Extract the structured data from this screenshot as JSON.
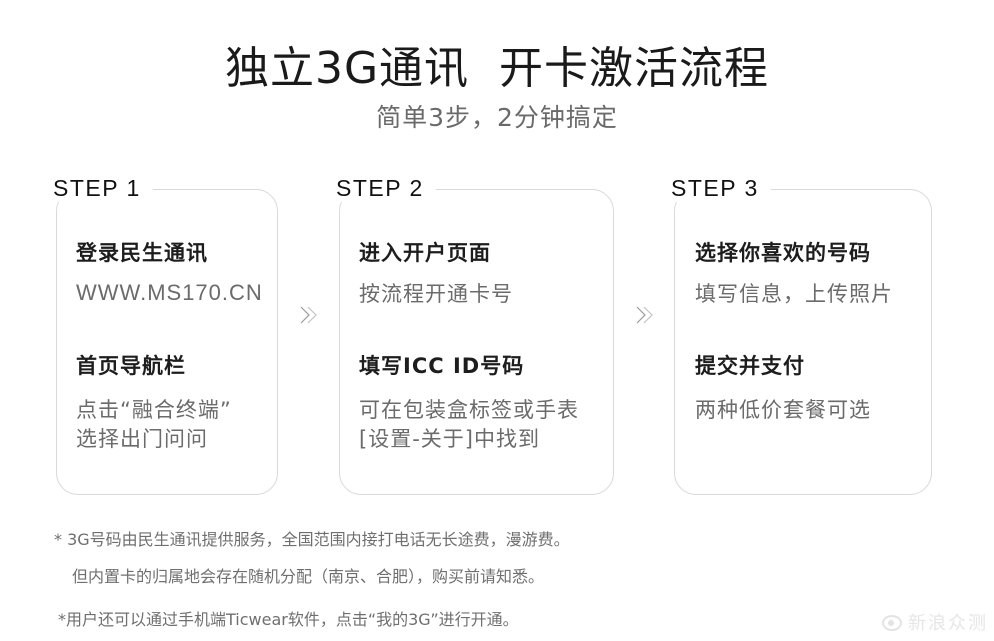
{
  "header": {
    "title": "独立3G通讯  开卡激活流程",
    "subtitle": "简单3步，2分钟搞定"
  },
  "steps": [
    {
      "label": "STEP 1",
      "sections": [
        {
          "heading": "登录民生通讯",
          "lines": [
            "WWW.MS170.CN"
          ]
        },
        {
          "heading": "首页导航栏",
          "lines": [
            "点击“融合终端”",
            "选择出门问问"
          ]
        }
      ]
    },
    {
      "label": "STEP 2",
      "sections": [
        {
          "heading": "进入开户页面",
          "lines": [
            "按流程开通卡号"
          ]
        },
        {
          "heading": "填写ICC ID号码",
          "lines": [
            "可在包装盒标签或手表",
            "[设置-关于]中找到"
          ]
        }
      ]
    },
    {
      "label": "STEP 3",
      "sections": [
        {
          "heading": "选择你喜欢的号码",
          "lines": [
            "填写信息，上传照片"
          ]
        },
        {
          "heading": "提交并支付",
          "lines": [
            "两种低价套餐可选"
          ]
        }
      ]
    }
  ],
  "arrows": [
    {
      "icon": "double-chevron-right-icon"
    },
    {
      "icon": "double-chevron-right-icon"
    }
  ],
  "notes": [
    "*  3G号码由民生通讯提供服务，全国范围内接打电话无长途费，漫游费。",
    "但内置卡的归属地会存在随机分配（南京、合肥），购买前请知悉。",
    "*用户还可以通过手机端Ticwear软件，点击“我的3G”进行开通。"
  ],
  "watermark": {
    "text": "新浪众测"
  },
  "colors": {
    "border": "#d9d9d9",
    "heading": "#1d1d1d",
    "body": "#6b6b6b",
    "background": "#ffffff"
  }
}
